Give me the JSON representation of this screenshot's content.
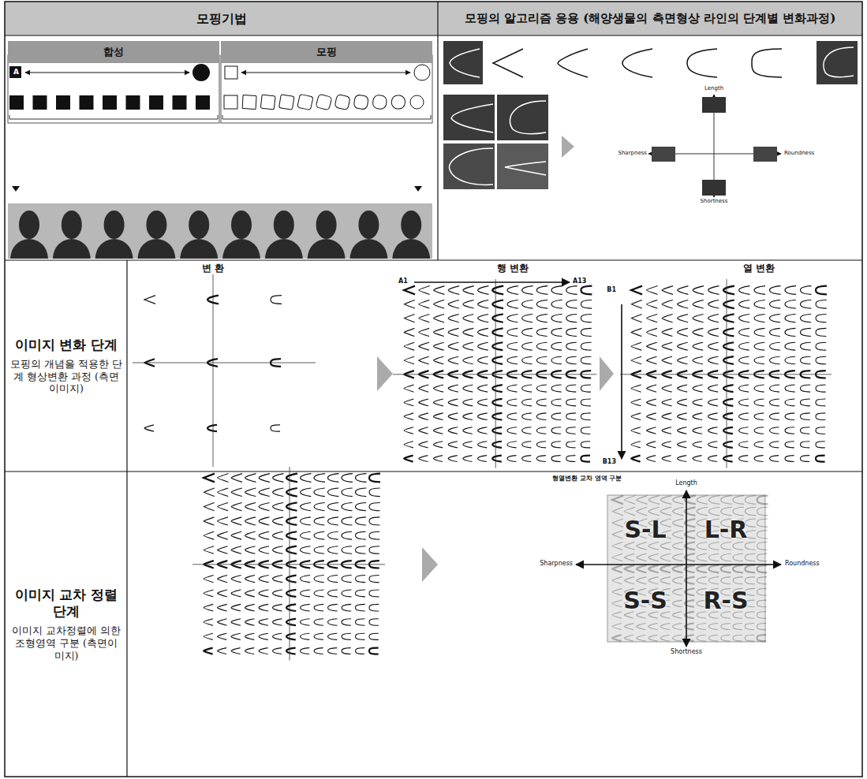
{
  "diagram": {
    "nodes": [
      {
        "text": [
          "모핑기법"
        ]
      },
      {
        "text": [
          "모핑의 알고리즘 응용 (해양생물의 측면형상 라인의 단계별 변화과정)"
        ]
      },
      {
        "text": [
          "합성"
        ]
      },
      {
        "text": [
          "모핑"
        ]
      },
      {
        "text": [
          "A"
        ]
      },
      {
        "text": [
          "이미지 변화 단계",
          "모핑의 개념을 적용한 단계 형상변환 과정 (측면이미지)"
        ]
      },
      {
        "text": [
          "이미지 교차 정렬 단계",
          "이미지 교차정렬에 의한 조형영역 구분 (측면이미지)"
        ]
      }
    ],
    "labels": [
      "Length",
      "Sharpness",
      "Roundness",
      "Shortness",
      "변 환",
      "행 변환",
      "열 변환",
      "A1",
      "A13",
      "B1",
      "B13",
      "형열변환 교차 영역 구분",
      "Length",
      "Sharpness",
      "Roundness",
      "Shortness",
      "S-L",
      "L-R",
      "S-S",
      "R-S"
    ]
  }
}
